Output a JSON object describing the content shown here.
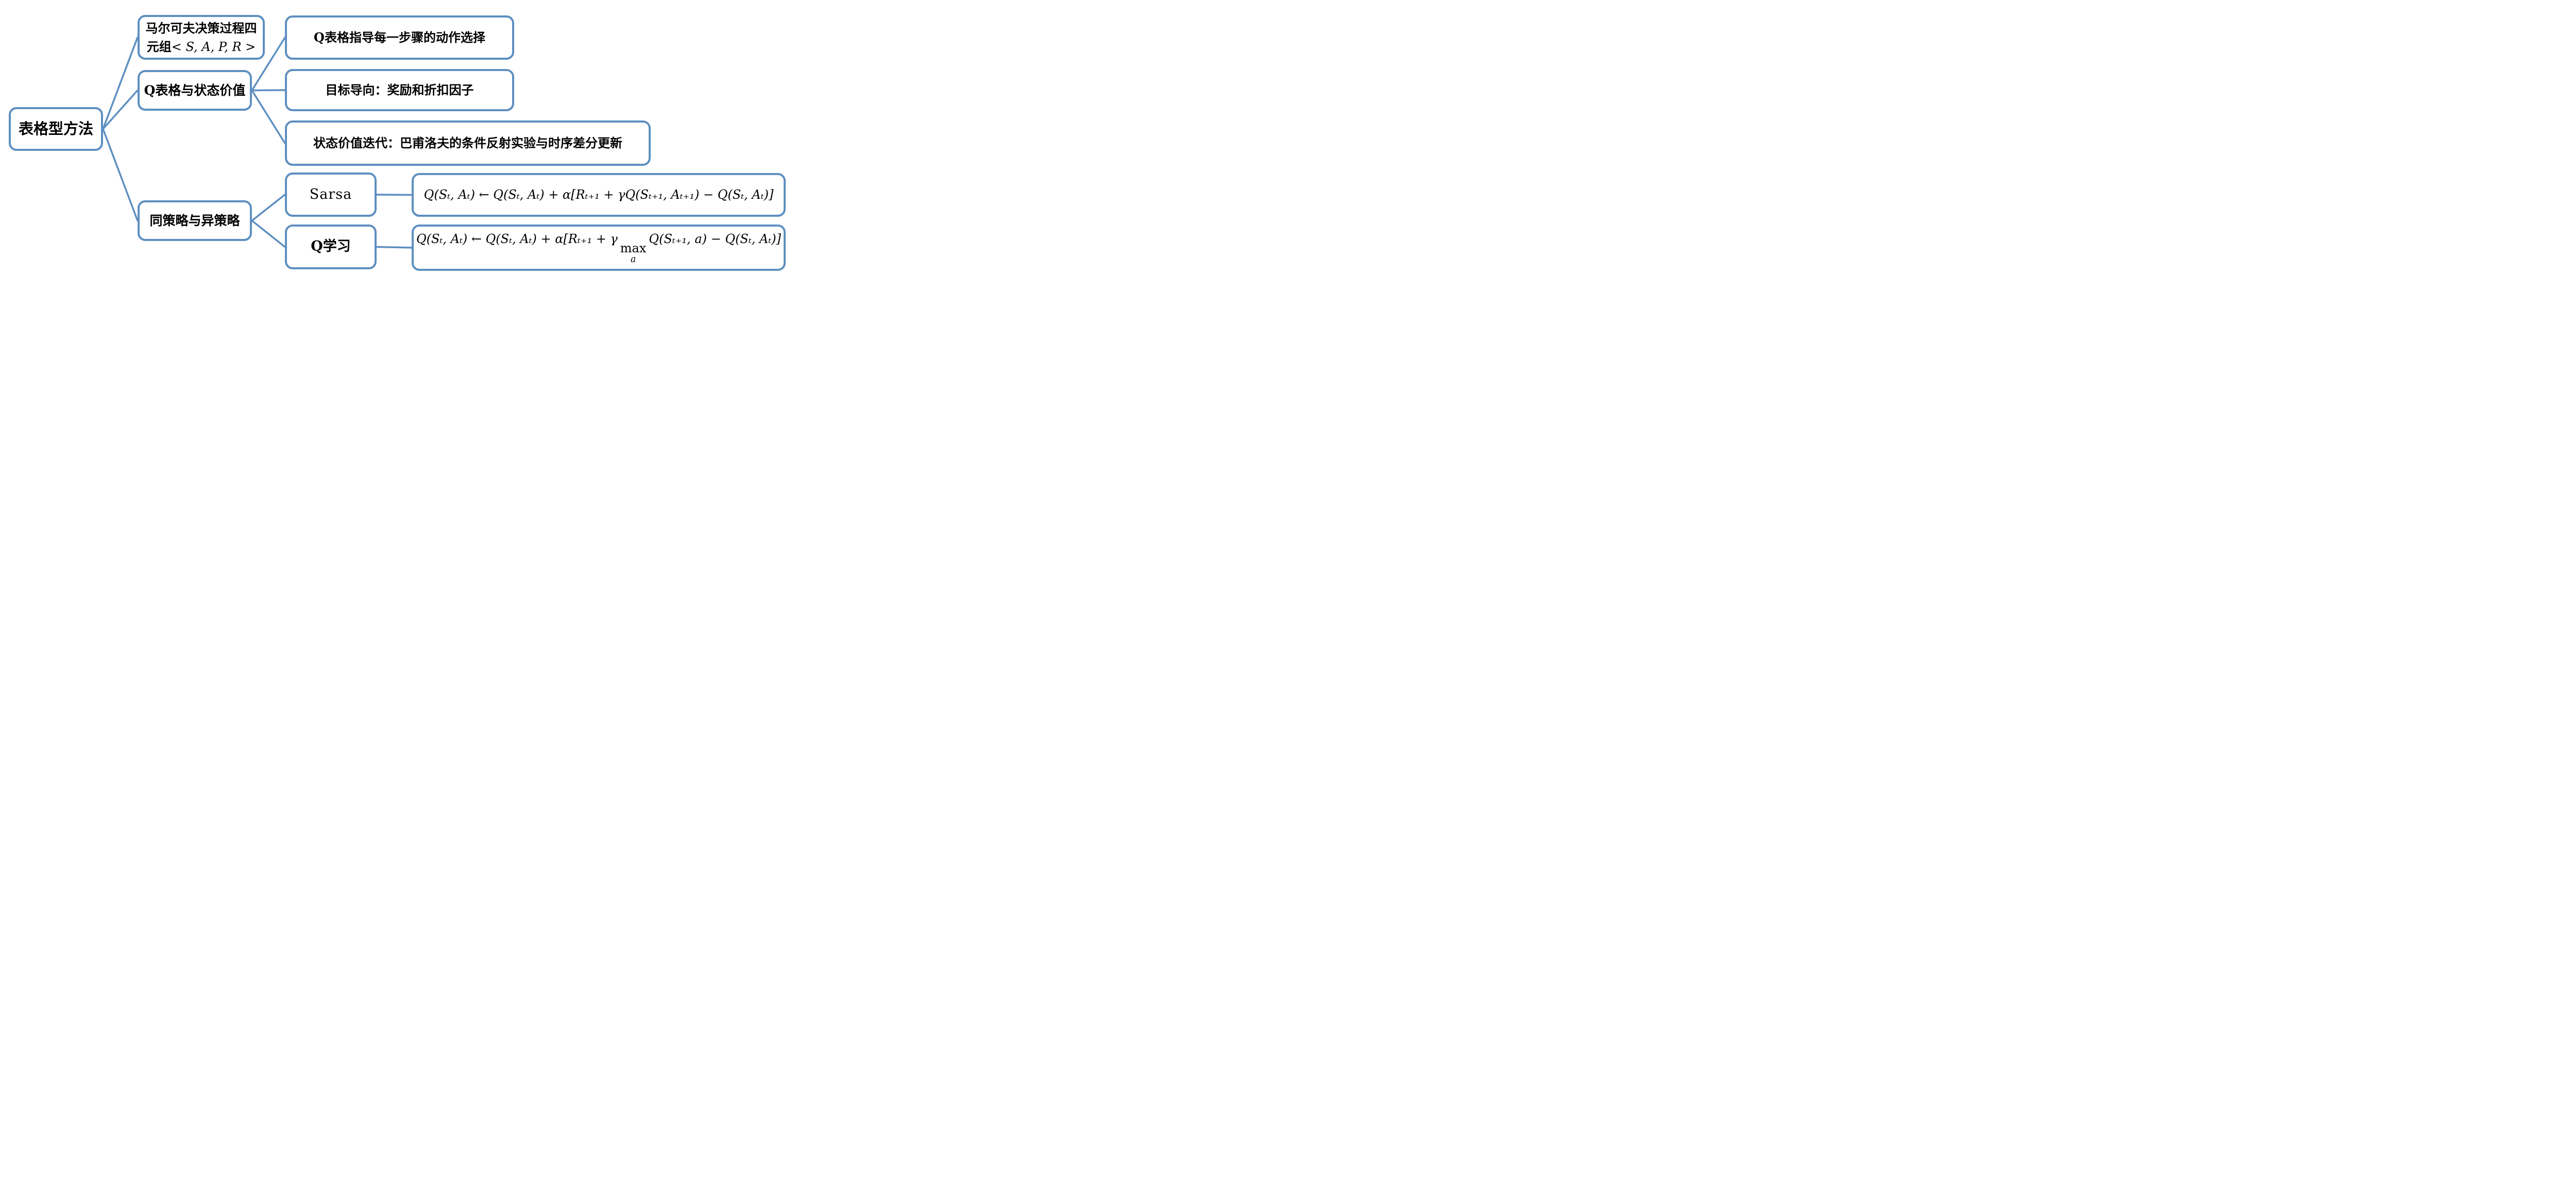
{
  "diagram": {
    "colors": {
      "line": "#5E8FC0",
      "box_border": "#5E8FC0",
      "box_fill": "#FFFFFF",
      "text": "#000000"
    },
    "nodes": {
      "root": {
        "label": "表格型方法"
      },
      "mdp": {
        "line1": "马尔可夫决策过程四",
        "line2_prefix": "元组",
        "line2_math": "< S, A, P, R >"
      },
      "qtable": {
        "label": "Q表格与状态价值"
      },
      "policy": {
        "label": "同策略与异策略"
      },
      "leaf_action": {
        "label": "Q表格指导每一步骤的动作选择"
      },
      "leaf_goal": {
        "label": "目标导向：奖励和折扣因子"
      },
      "leaf_td": {
        "label": "状态价值迭代：巴甫洛夫的条件反射实验与时序差分更新"
      },
      "sarsa": {
        "label": "Sarsa"
      },
      "qlearn": {
        "label": "Q学习"
      },
      "sarsa_formula": {
        "formula": "Q(Sₜ, Aₜ) ← Q(Sₜ, Aₜ) + α[Rₜ₊₁ + γQ(Sₜ₊₁, Aₜ₊₁) − Q(Sₜ, Aₜ)]"
      },
      "qlearn_formula": {
        "part1": "Q(Sₜ, Aₜ) ← Q(Sₜ, Aₜ) + α[Rₜ₊₁ + γ",
        "max_word": "max",
        "max_sub": "a",
        "part2": "Q(Sₜ₊₁, a) − Q(Sₜ, Aₜ)]"
      }
    },
    "edges": [
      [
        "root",
        "mdp"
      ],
      [
        "root",
        "qtable"
      ],
      [
        "root",
        "policy"
      ],
      [
        "qtable",
        "leaf_action"
      ],
      [
        "qtable",
        "leaf_goal"
      ],
      [
        "qtable",
        "leaf_td"
      ],
      [
        "policy",
        "sarsa"
      ],
      [
        "policy",
        "qlearn"
      ],
      [
        "sarsa",
        "sarsa_formula"
      ],
      [
        "qlearn",
        "qlearn_formula"
      ]
    ]
  }
}
